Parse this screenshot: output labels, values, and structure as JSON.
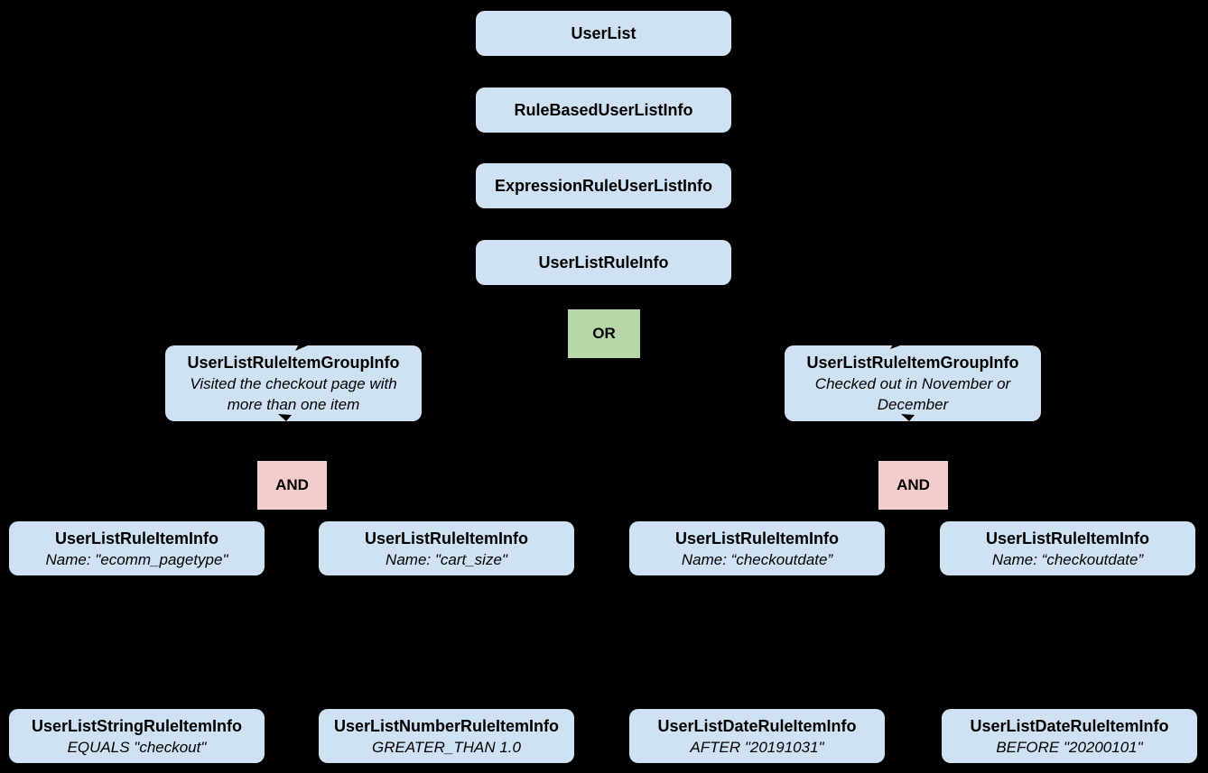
{
  "colors": {
    "background": "#000000",
    "node_fill": "#cfe2f3",
    "or_fill": "#b6d7a8",
    "and_fill": "#f4cccc",
    "text": "#000000"
  },
  "hierarchy": {
    "chain": [
      {
        "label": "UserList"
      },
      {
        "label": "RuleBasedUserListInfo"
      },
      {
        "label": "ExpressionRuleUserListInfo"
      },
      {
        "label": "UserListRuleInfo"
      }
    ],
    "or_operator": {
      "label": "OR"
    },
    "groups": [
      {
        "title": "UserListRuleItemGroupInfo",
        "description": "Visited the checkout page with more than one item",
        "operator": {
          "label": "AND"
        }
      },
      {
        "title": "UserListRuleItemGroupInfo",
        "description": "Checked out in November or December",
        "operator": {
          "label": "AND"
        }
      }
    ],
    "rule_items": [
      {
        "title": "UserListRuleItemInfo",
        "detail": "Name: \"ecomm_pagetype\""
      },
      {
        "title": "UserListRuleItemInfo",
        "detail": "Name: \"cart_size\""
      },
      {
        "title": "UserListRuleItemInfo",
        "detail": "Name: “checkoutdate”"
      },
      {
        "title": "UserListRuleItemInfo",
        "detail": "Name: “checkoutdate”"
      }
    ],
    "leaf_items": [
      {
        "title": "UserListStringRuleItemInfo",
        "detail": "EQUALS \"checkout\""
      },
      {
        "title": "UserListNumberRuleItemInfo",
        "detail": "GREATER_THAN 1.0"
      },
      {
        "title": "UserListDateRuleItemInfo",
        "detail": "AFTER \"20191031\""
      },
      {
        "title": "UserListDateRuleItemInfo",
        "detail": "BEFORE \"20200101\""
      }
    ]
  }
}
